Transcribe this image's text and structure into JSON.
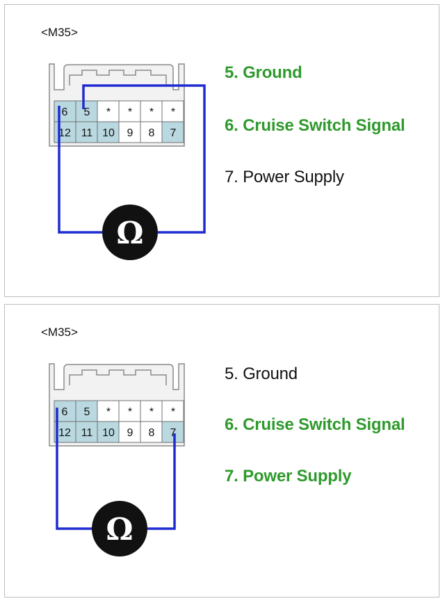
{
  "colors": {
    "highlight": "#2e9a2c",
    "wire": "#1f2bd1",
    "pin_fill": "#b9d8e0",
    "meter": "#111111"
  },
  "icon": "ohmmeter-icon",
  "panels": [
    {
      "connector": "<M35>",
      "pins_top": [
        "6",
        "5",
        "*",
        "*",
        "*",
        "*"
      ],
      "pins_bottom": [
        "12",
        "11",
        "10",
        "9",
        "8",
        "7"
      ],
      "meter_symbol": "Ω",
      "legend": [
        "5. Ground",
        "6. Cruise Switch Signal",
        "7. Power Supply"
      ]
    },
    {
      "connector": "<M35>",
      "pins_top": [
        "6",
        "5",
        "*",
        "*",
        "*",
        "*"
      ],
      "pins_bottom": [
        "12",
        "11",
        "10",
        "9",
        "8",
        "7"
      ],
      "meter_symbol": "Ω",
      "legend": [
        "5. Ground",
        "6. Cruise Switch Signal",
        "7. Power Supply"
      ]
    }
  ]
}
